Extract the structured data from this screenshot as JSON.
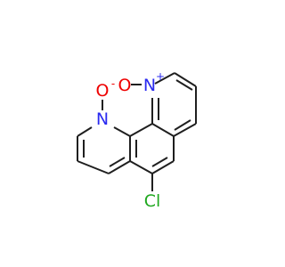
{
  "molecule": {
    "atoms": {
      "n1": {
        "symbol": "N",
        "charge": "+",
        "color": "#2a2af0"
      },
      "o1": {
        "symbol": "O",
        "charge": "",
        "color": "#ee0000"
      },
      "n2": {
        "symbol": "N",
        "charge": "",
        "color": "#2a2af0"
      },
      "o2": {
        "symbol": "O",
        "charge": "-",
        "color": "#ee0000"
      },
      "cl": {
        "symbol": "Cl",
        "charge": "",
        "color": "#1fa81f"
      }
    },
    "bond_color": "#1f1f1f"
  }
}
